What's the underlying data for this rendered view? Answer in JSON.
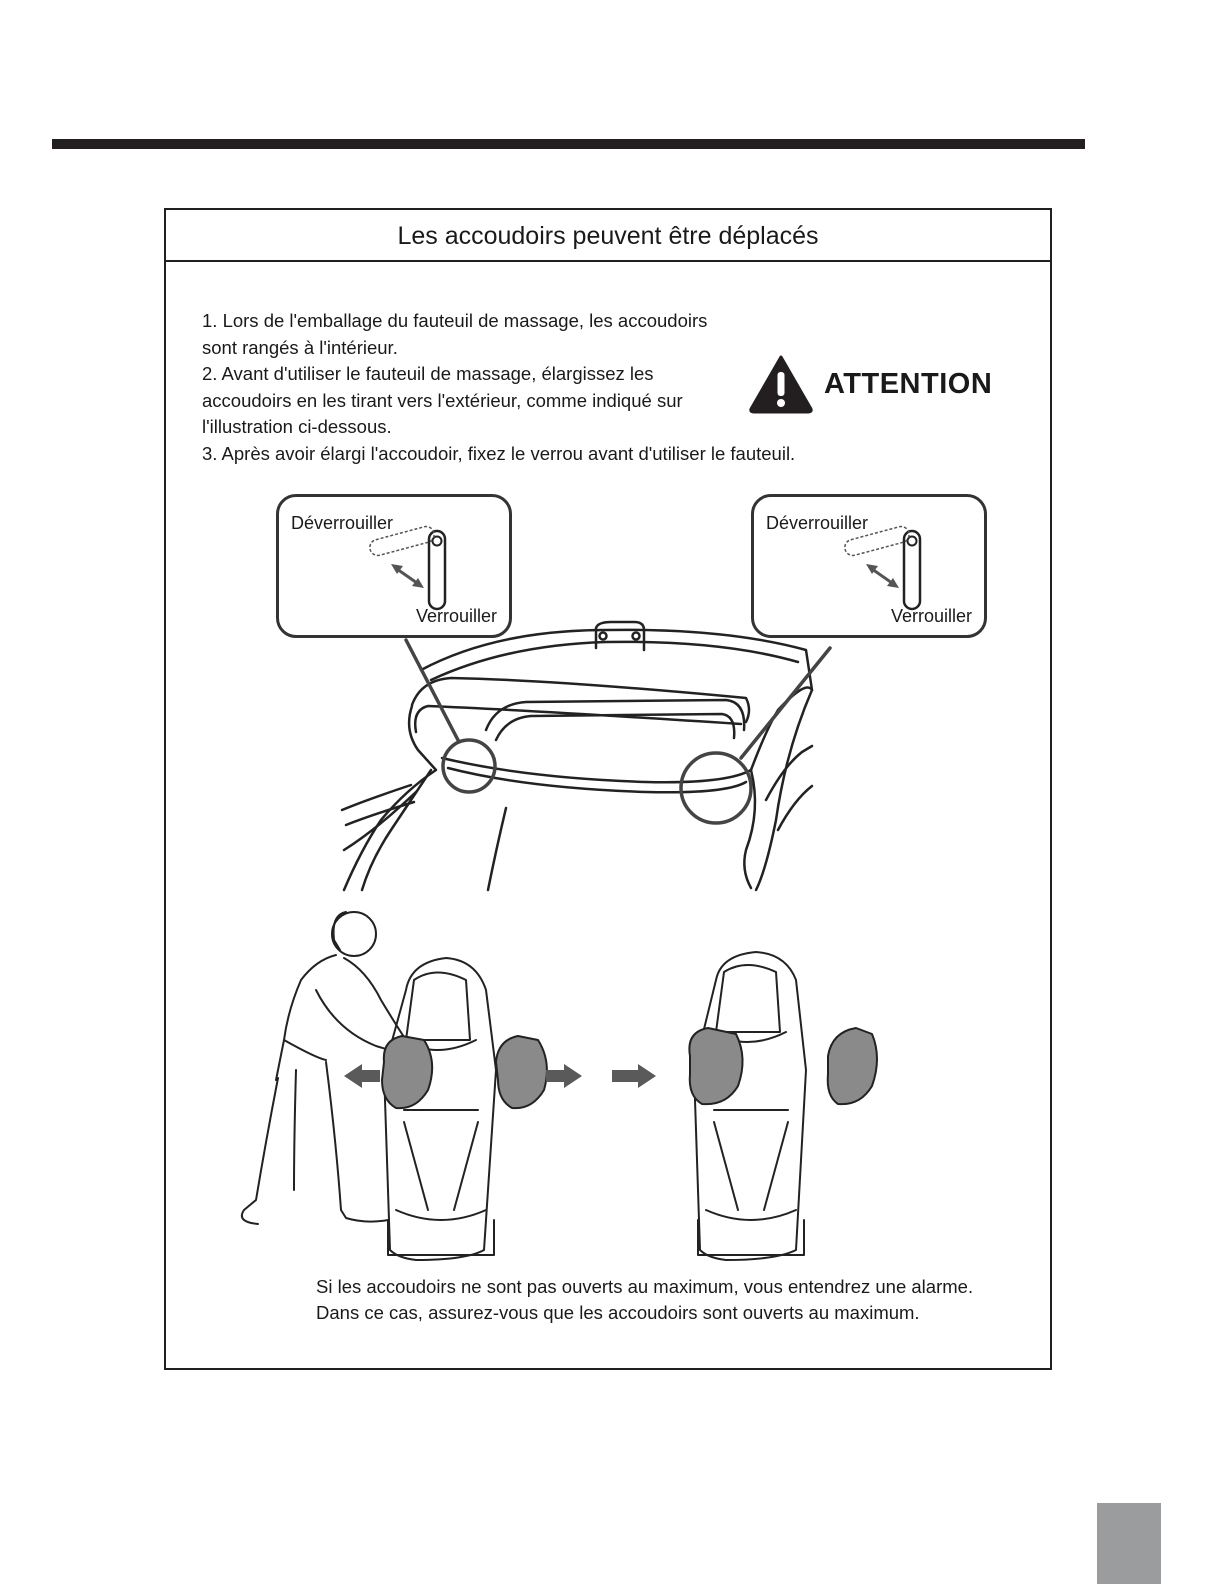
{
  "section_title": "Les accoudoirs peuvent être déplacés",
  "instructions": [
    "1. Lors de l'emballage du fauteuil de massage, les accoudoirs sont rangés à l'intérieur.",
    "2. Avant d'utiliser le fauteuil de massage, élargissez les accoudoirs en les tirant vers l'extérieur, comme indiqué sur l'illustration ci-dessous.",
    "3. Après avoir élargi l'accoudoir, fixez le verrou avant d'utiliser le fauteuil."
  ],
  "warning": {
    "label": "ATTENTION",
    "icon": "warning-triangle-icon"
  },
  "callouts": [
    {
      "unlock_label": "Déverrouiller",
      "lock_label": "Verrouiller"
    },
    {
      "unlock_label": "Déverrouiller",
      "lock_label": "Verrouiller"
    }
  ],
  "alarm_note": "Si les accoudoirs ne sont pas ouverts au maximum, vous entendrez une alarme. Dans ce cas, assurez-vous que les accoudoirs sont ouverts au maximum.",
  "colors": {
    "ink": "#231f20",
    "armrest_fill": "#8a8a8a",
    "page_tab": "#9b9c9e"
  }
}
